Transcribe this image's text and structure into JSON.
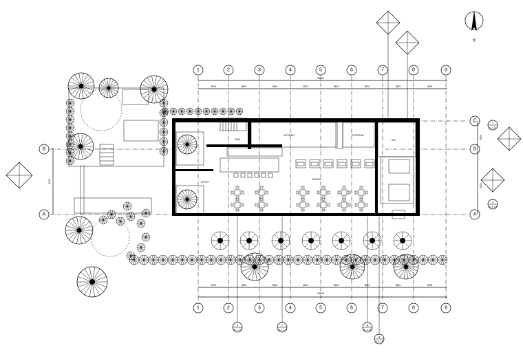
{
  "plan": {
    "vertical_axes": [
      "1",
      "2",
      "3",
      "4",
      "5",
      "6",
      "7",
      "8",
      "9"
    ],
    "horizontal_axes": [
      "C",
      "B",
      "A"
    ],
    "left_axes": [
      "B",
      "A"
    ],
    "top_dims": [
      "3990",
      "3810",
      "3810",
      "3810",
      "3810",
      "3810",
      "3810",
      "3990"
    ],
    "top_total": "33040",
    "bottom_dims": [
      "3990",
      "3810",
      "3810",
      "3810",
      "3810",
      "3810",
      "3810",
      "3990"
    ],
    "bottom_total": "33040",
    "right_dims": [
      "3900",
      "4200"
    ],
    "left_dim": "4200",
    "room_labels": [
      "BAR",
      "KITCHEN",
      "DINING",
      "ENTRY",
      "STORAGE",
      "WC"
    ],
    "tag_texts": [
      "1",
      "3",
      "5",
      "7",
      "8"
    ],
    "detail_tags": [
      "A-1.11",
      "A-1.12",
      "A-1.13",
      "A-1.14",
      "A-1.15",
      "A-1.16"
    ],
    "north_label": "北"
  }
}
